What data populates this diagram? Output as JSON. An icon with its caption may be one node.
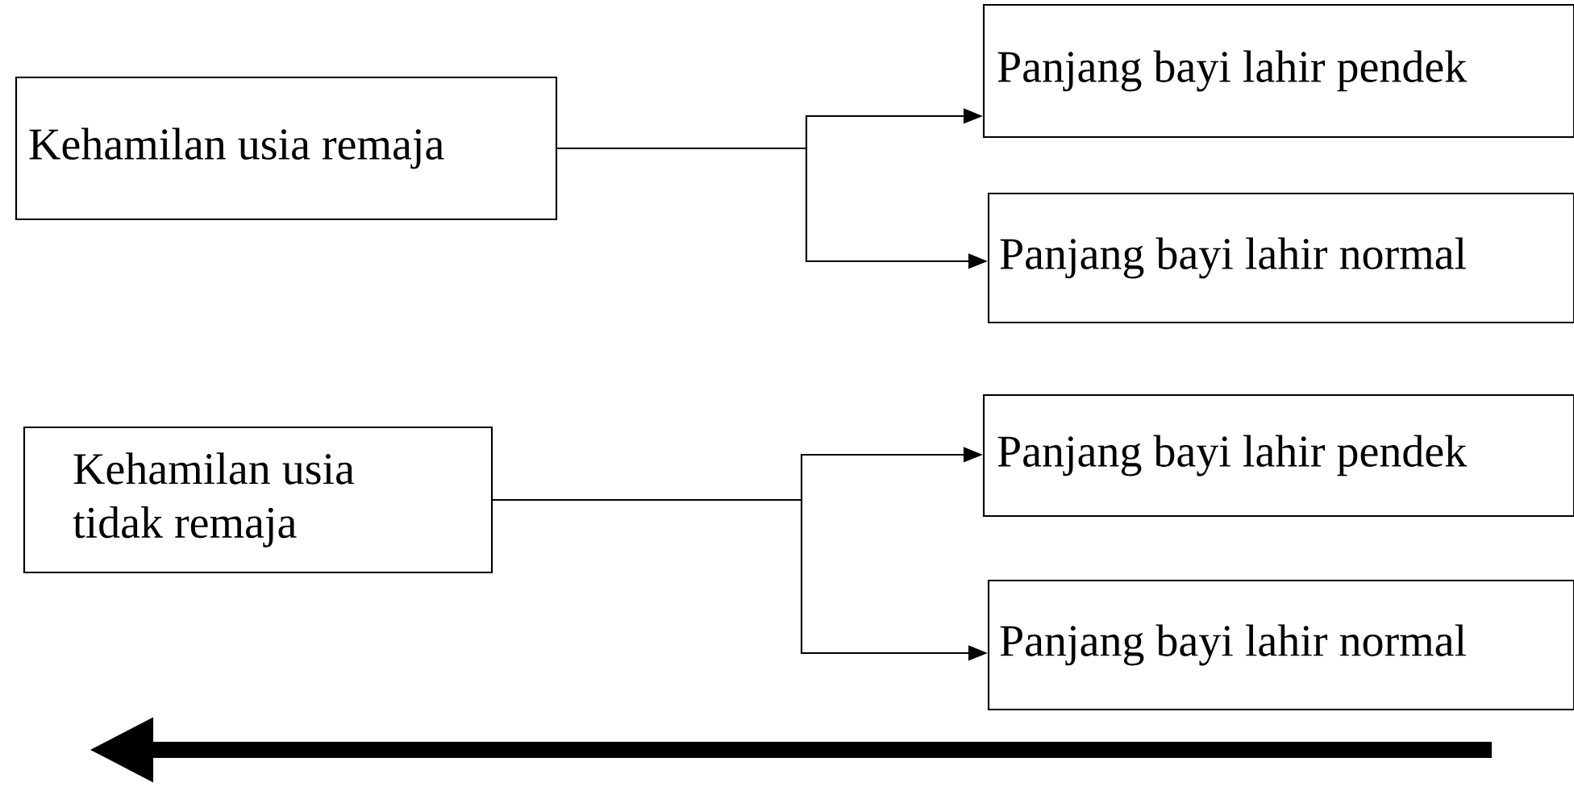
{
  "diagram": {
    "nodes": [
      {
        "text": [
          "Kehamilan usia remaja"
        ]
      },
      {
        "text": [
          "Panjang bayi lahir pendek"
        ]
      },
      {
        "text": [
          "Panjang bayi lahir normal"
        ]
      },
      {
        "text": [
          "Kehamilan usia tidak remaja"
        ]
      },
      {
        "text": [
          "Panjang bayi lahir pendek"
        ]
      },
      {
        "text": [
          "Panjang bayi lahir normal"
        ]
      }
    ],
    "edges": [
      {
        "from": 0,
        "to": 1,
        "arrow": "to"
      },
      {
        "from": 0,
        "to": 2,
        "arrow": "to"
      },
      {
        "from": 3,
        "to": 4,
        "arrow": "to"
      },
      {
        "from": 3,
        "to": 5,
        "arrow": "to"
      }
    ]
  }
}
